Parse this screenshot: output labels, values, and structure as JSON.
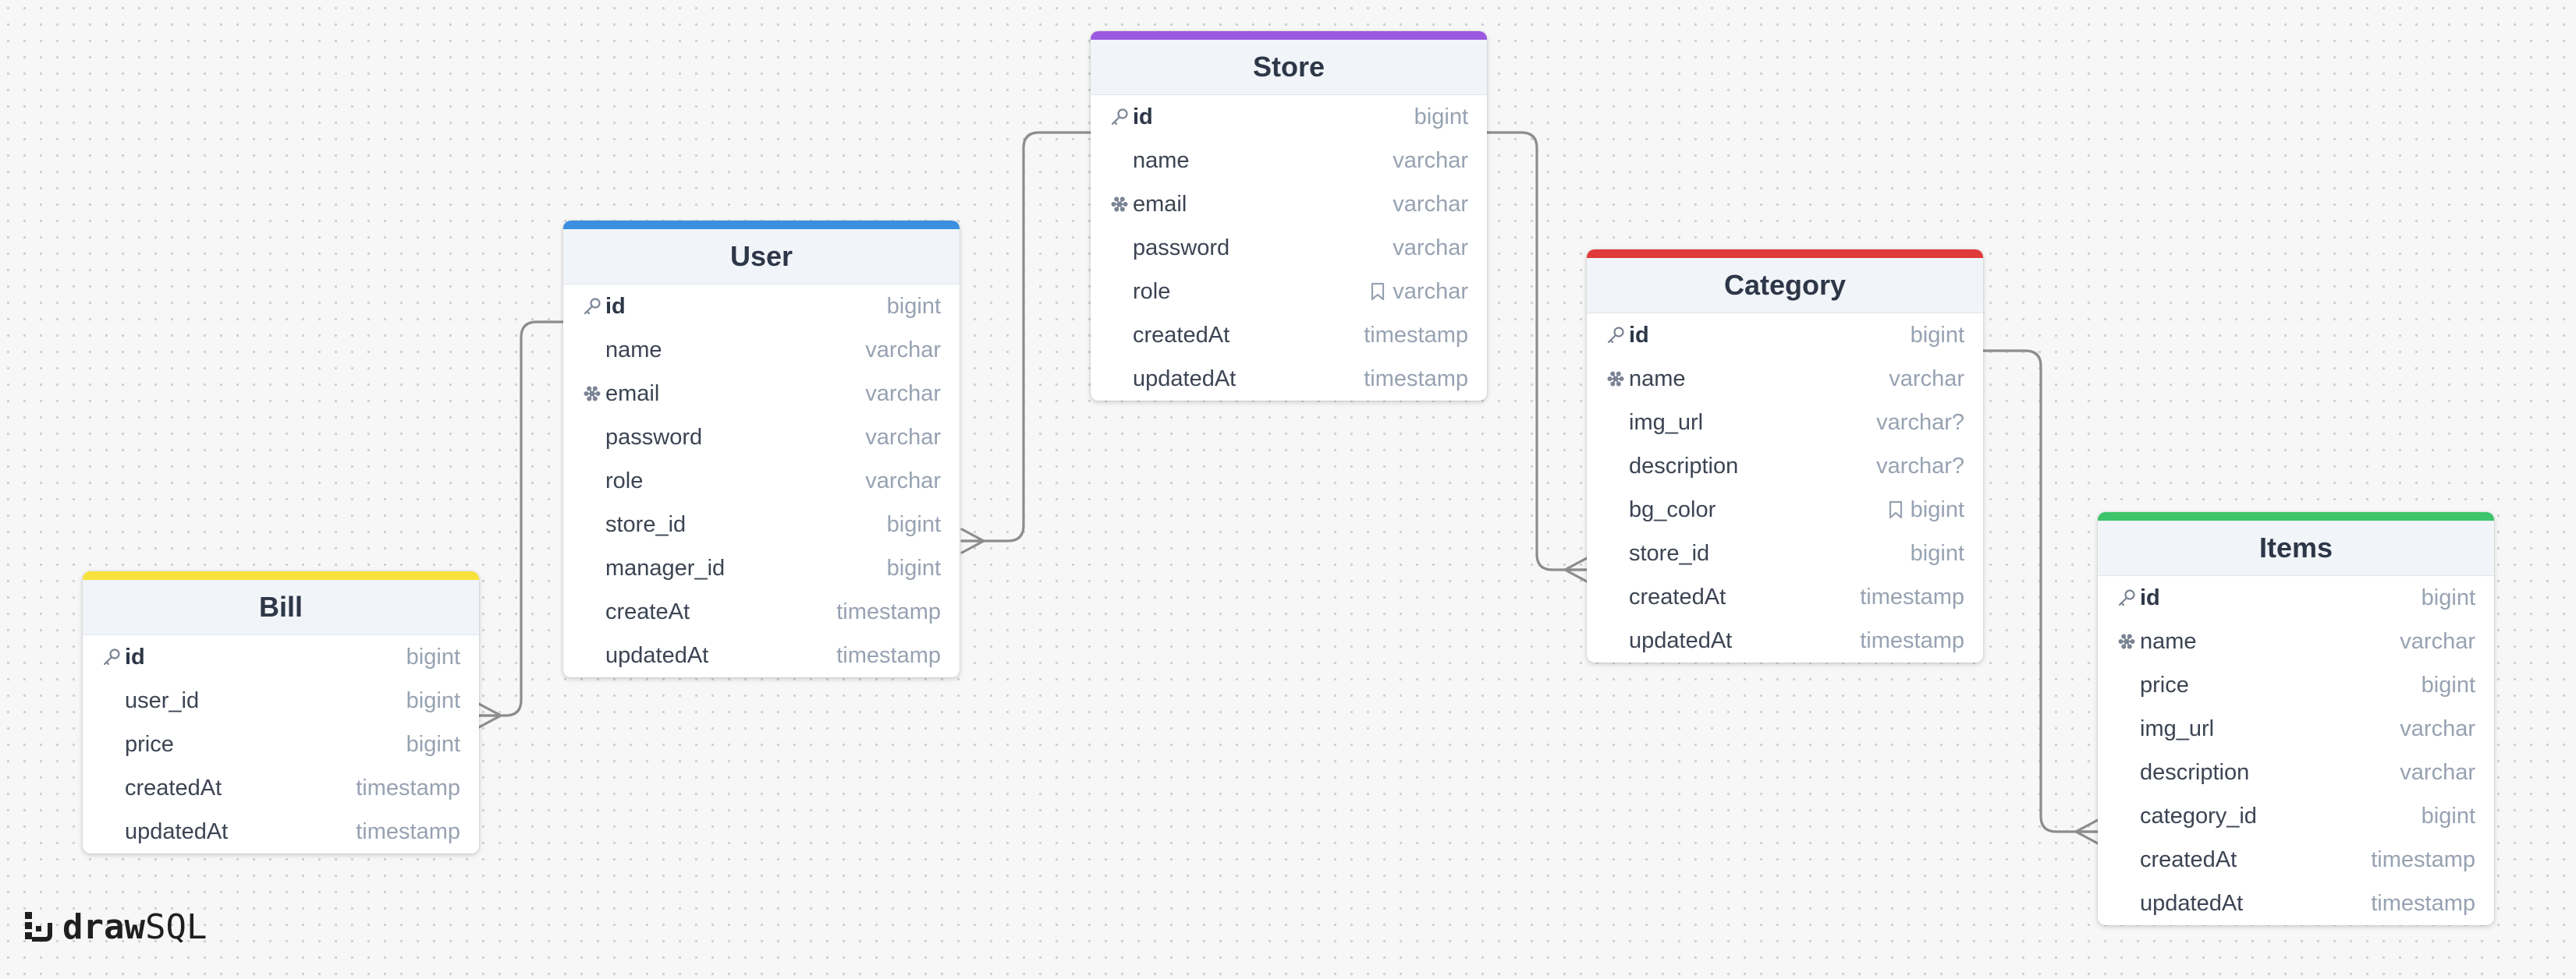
{
  "brand": {
    "word1": "draw",
    "word2": "SQL"
  },
  "colors": {
    "store": "#9b59e0",
    "user": "#3b8fe0",
    "category": "#e03a3a",
    "bill": "#f7e23b",
    "items": "#3bc46a"
  },
  "entities": {
    "store": {
      "title": "Store",
      "fields": [
        {
          "name": "id",
          "type": "bigint",
          "icon": "key-icon"
        },
        {
          "name": "name",
          "type": "varchar"
        },
        {
          "name": "email",
          "type": "varchar",
          "icon": "unique-icon"
        },
        {
          "name": "password",
          "type": "varchar"
        },
        {
          "name": "role",
          "type": "varchar",
          "type_icon": "enum-icon"
        },
        {
          "name": "createdAt",
          "type": "timestamp"
        },
        {
          "name": "updatedAt",
          "type": "timestamp"
        }
      ]
    },
    "user": {
      "title": "User",
      "fields": [
        {
          "name": "id",
          "type": "bigint",
          "icon": "key-icon"
        },
        {
          "name": "name",
          "type": "varchar"
        },
        {
          "name": "email",
          "type": "varchar",
          "icon": "unique-icon"
        },
        {
          "name": "password",
          "type": "varchar"
        },
        {
          "name": "role",
          "type": "varchar"
        },
        {
          "name": "store_id",
          "type": "bigint"
        },
        {
          "name": "manager_id",
          "type": "bigint"
        },
        {
          "name": "createAt",
          "type": "timestamp"
        },
        {
          "name": "updatedAt",
          "type": "timestamp"
        }
      ]
    },
    "category": {
      "title": "Category",
      "fields": [
        {
          "name": "id",
          "type": "bigint",
          "icon": "key-icon"
        },
        {
          "name": "name",
          "type": "varchar",
          "icon": "unique-icon"
        },
        {
          "name": "img_url",
          "type": "varchar?"
        },
        {
          "name": "description",
          "type": "varchar?"
        },
        {
          "name": "bg_color",
          "type": "bigint",
          "type_icon": "enum-icon"
        },
        {
          "name": "store_id",
          "type": "bigint"
        },
        {
          "name": "createdAt",
          "type": "timestamp"
        },
        {
          "name": "updatedAt",
          "type": "timestamp"
        }
      ]
    },
    "bill": {
      "title": "Bill",
      "fields": [
        {
          "name": "id",
          "type": "bigint",
          "icon": "key-icon"
        },
        {
          "name": "user_id",
          "type": "bigint"
        },
        {
          "name": "price",
          "type": "bigint"
        },
        {
          "name": "createdAt",
          "type": "timestamp"
        },
        {
          "name": "updatedAt",
          "type": "timestamp"
        }
      ]
    },
    "items": {
      "title": "Items",
      "fields": [
        {
          "name": "id",
          "type": "bigint",
          "icon": "key-icon"
        },
        {
          "name": "name",
          "type": "varchar",
          "icon": "unique-icon"
        },
        {
          "name": "price",
          "type": "bigint"
        },
        {
          "name": "img_url",
          "type": "varchar"
        },
        {
          "name": "description",
          "type": "varchar"
        },
        {
          "name": "category_id",
          "type": "bigint"
        },
        {
          "name": "createdAt",
          "type": "timestamp"
        },
        {
          "name": "updatedAt",
          "type": "timestamp"
        }
      ]
    }
  },
  "relationships": [
    {
      "from": "store.id",
      "to": "user.store_id",
      "cardinality": "one-to-many"
    },
    {
      "from": "store.id",
      "to": "category.store_id",
      "cardinality": "one-to-many"
    },
    {
      "from": "user.id",
      "to": "bill.user_id",
      "cardinality": "one-to-many"
    },
    {
      "from": "category.id",
      "to": "items.category_id",
      "cardinality": "one-to-many"
    }
  ]
}
